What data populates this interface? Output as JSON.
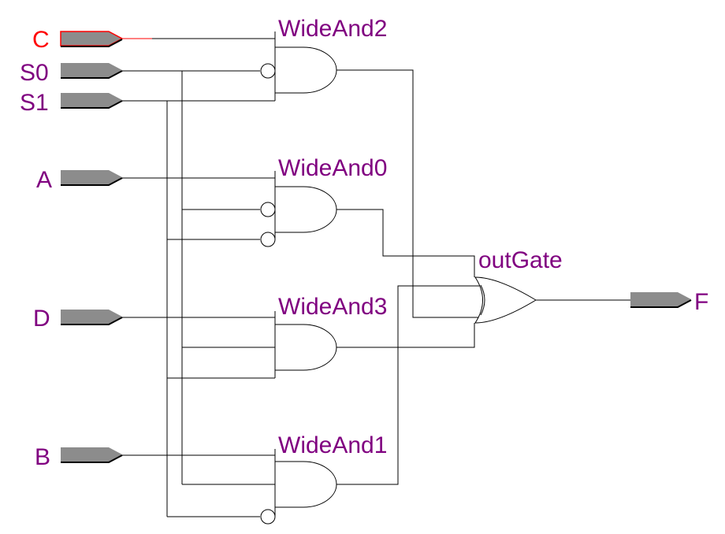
{
  "colors": {
    "label": "#800080",
    "selected": "#ff0000",
    "port_fill": "#8c8c8c",
    "wire": "#000000"
  },
  "inputs": [
    {
      "id": "C",
      "label": "C",
      "selected": true
    },
    {
      "id": "S0",
      "label": "S0",
      "selected": false
    },
    {
      "id": "S1",
      "label": "S1",
      "selected": false
    },
    {
      "id": "A",
      "label": "A",
      "selected": false
    },
    {
      "id": "D",
      "label": "D",
      "selected": false
    },
    {
      "id": "B",
      "label": "B",
      "selected": false
    }
  ],
  "outputs": [
    {
      "id": "F",
      "label": "F"
    }
  ],
  "gates": [
    {
      "id": "WideAnd2",
      "label": "WideAnd2",
      "type": "and",
      "inputs": 3,
      "inverted_inputs": [
        2
      ]
    },
    {
      "id": "WideAnd0",
      "label": "WideAnd0",
      "type": "and",
      "inputs": 3,
      "inverted_inputs": [
        2,
        3
      ]
    },
    {
      "id": "WideAnd3",
      "label": "WideAnd3",
      "type": "and",
      "inputs": 3,
      "inverted_inputs": []
    },
    {
      "id": "WideAnd1",
      "label": "WideAnd1",
      "type": "and",
      "inputs": 3,
      "inverted_inputs": [
        3
      ]
    },
    {
      "id": "outGate",
      "label": "outGate",
      "type": "or",
      "inputs": 4,
      "inverted_inputs": []
    }
  ]
}
